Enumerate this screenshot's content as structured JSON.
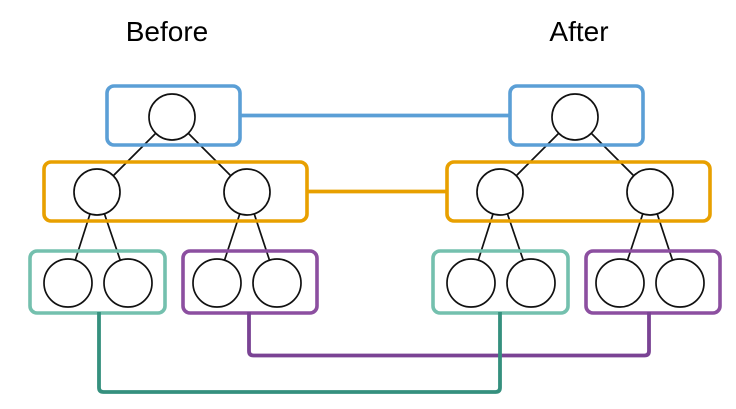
{
  "diagram": {
    "titles": {
      "before": "Before",
      "after": "After"
    },
    "colors": {
      "blue": "#5B9FD6",
      "orange": "#E8A000",
      "teal_box": "#74C0AE",
      "teal_connector": "#35907E",
      "purple_box": "#8C4FA0",
      "purple_connector": "#7A4394",
      "node_outline": "#111111",
      "background": "#FFFFFF"
    },
    "structure": {
      "panels": [
        "Before",
        "After"
      ],
      "tree": {
        "root_nodes": 1,
        "internal_nodes": 2,
        "leaf_nodes": 4,
        "groups": [
          {
            "name": "root-group",
            "color": "blue",
            "node_count": 1
          },
          {
            "name": "internal-group",
            "color": "orange",
            "node_count": 2
          },
          {
            "name": "left-leaf-group",
            "color": "teal",
            "node_count": 2
          },
          {
            "name": "right-leaf-group",
            "color": "purple",
            "node_count": 2
          }
        ]
      },
      "cross_links": [
        {
          "from": "Before root-group",
          "to": "After root-group",
          "color": "blue"
        },
        {
          "from": "Before internal-group",
          "to": "After internal-group",
          "color": "orange"
        },
        {
          "from": "Before left-leaf-group",
          "to": "After left-leaf-group",
          "color": "teal"
        },
        {
          "from": "Before right-leaf-group",
          "to": "After right-leaf-group",
          "color": "purple"
        }
      ]
    }
  }
}
